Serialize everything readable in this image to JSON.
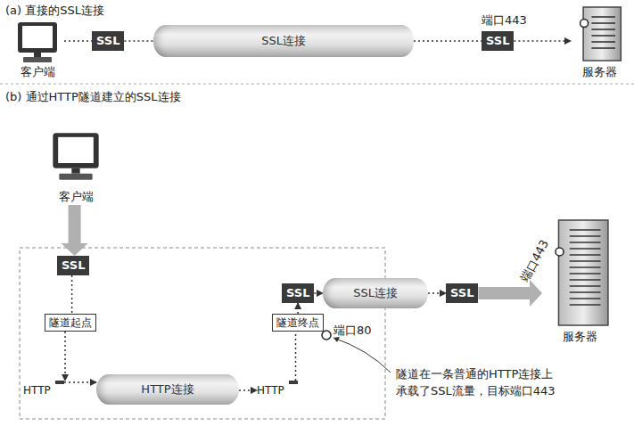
{
  "diagram": {
    "nodes": [
      {
        "text": [
          "客户端"
        ]
      },
      {
        "text": [
          "SSL"
        ]
      },
      {
        "text": [
          "SSL连接"
        ]
      },
      {
        "text": [
          "SSL"
        ]
      },
      {
        "text": [
          "服务器"
        ]
      },
      {
        "text": [
          "客户端"
        ]
      },
      {
        "text": [
          "SSL"
        ]
      },
      {
        "text": [
          "隧道起点"
        ]
      },
      {
        "text": [
          "SSL"
        ]
      },
      {
        "text": [
          "SSL连接"
        ]
      },
      {
        "text": [
          "SSL"
        ]
      },
      {
        "text": [
          "服务器"
        ]
      },
      {
        "text": [
          "隧道终点"
        ]
      },
      {
        "text": [
          "HTTP"
        ]
      },
      {
        "text": [
          "SSL"
        ],
        "in": 13
      },
      {
        "text": [
          "HTTP连接"
        ]
      },
      {
        "text": [
          "HTTP"
        ]
      },
      {
        "text": [
          "SSL"
        ],
        "in": 16
      }
    ],
    "edges": [
      {
        "from": 0,
        "to": 1,
        "arrow": "none"
      },
      {
        "from": 1,
        "to": 2,
        "arrow": "none"
      },
      {
        "from": 2,
        "to": 3,
        "arrow": "none"
      },
      {
        "from": 3,
        "to": 4,
        "arrow": "to"
      },
      {
        "from": 5,
        "to": 6,
        "arrow": "to"
      },
      {
        "from": 6,
        "to": 7,
        "arrow": "none"
      },
      {
        "from": 7,
        "to": 14,
        "arrow": "to"
      },
      {
        "from": 14,
        "to": 15,
        "arrow": "to"
      },
      {
        "from": 15,
        "to": 16,
        "arrow": "to"
      },
      {
        "from": 17,
        "to": 12,
        "arrow": "none"
      },
      {
        "from": 12,
        "to": 8,
        "arrow": "to"
      },
      {
        "from": 8,
        "to": 9,
        "arrow": "to"
      },
      {
        "from": 9,
        "to": 10,
        "arrow": "to"
      },
      {
        "from": 10,
        "to": 11,
        "arrow": "to"
      }
    ],
    "labels": [
      "(a) 直接的SSL连接",
      "端口443",
      "(b) 通过HTTP隧道建立的SSL连接",
      "端口80",
      "端口443",
      "隧道在一条普通的HTTP连接上 承载了SSL流量，目标端口443"
    ]
  }
}
